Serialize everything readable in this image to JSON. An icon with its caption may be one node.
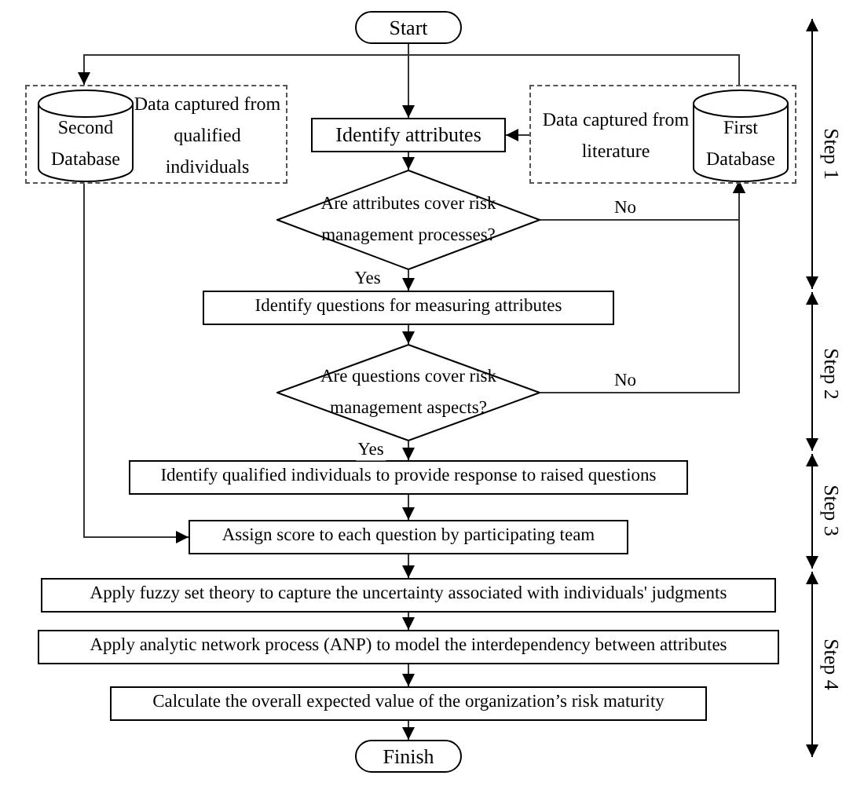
{
  "diagram": {
    "nodes": [
      {
        "text": [
          "Start"
        ]
      },
      {
        "text": [
          "Data captured from qualified individuals"
        ]
      },
      {
        "text": [
          "Second Database"
        ],
        "in": 1
      },
      {
        "text": [
          "Identify attributes"
        ]
      },
      {
        "text": [
          "Data captured from literature"
        ]
      },
      {
        "text": [
          "First Database"
        ],
        "in": 4
      },
      {
        "text": [
          "Are attributes cover risk management processes?"
        ]
      },
      {
        "text": [
          "Identify questions for measuring attributes"
        ]
      },
      {
        "text": [
          "Are questions cover risk management aspects?"
        ]
      },
      {
        "text": [
          "Identify qualified individuals to provide response to raised questions"
        ]
      },
      {
        "text": [
          "Assign score to each question by participating team"
        ]
      },
      {
        "text": [
          "Apply fuzzy set theory to capture the uncertainty associated with individuals' judgments"
        ]
      },
      {
        "text": [
          "Apply analytic network process (ANP) to model the interdependency between attributes"
        ]
      },
      {
        "text": [
          "Calculate the overall expected value of the organization’s risk maturity"
        ]
      },
      {
        "text": [
          "Finish"
        ]
      }
    ],
    "edges": [
      {
        "from": 0,
        "to": 3,
        "arrow": "to"
      },
      {
        "from": 4,
        "to": 1,
        "arrow": "to"
      },
      {
        "from": 4,
        "to": 3,
        "arrow": "to"
      },
      {
        "from": 3,
        "to": 6,
        "arrow": "to"
      },
      {
        "from": 6,
        "to": 7,
        "arrow": "to",
        "label": "Yes"
      },
      {
        "from": 6,
        "to": 5,
        "arrow": "to",
        "label": "No"
      },
      {
        "from": 7,
        "to": 8,
        "arrow": "to"
      },
      {
        "from": 8,
        "to": 5,
        "arrow": "to",
        "label": "No"
      },
      {
        "from": 8,
        "to": 9,
        "arrow": "to",
        "label": "Yes"
      },
      {
        "from": 9,
        "to": 10,
        "arrow": "to"
      },
      {
        "from": 1,
        "to": 10,
        "arrow": "to"
      },
      {
        "from": 10,
        "to": 11,
        "arrow": "to"
      },
      {
        "from": 11,
        "to": 12,
        "arrow": "to"
      },
      {
        "from": 12,
        "to": 13,
        "arrow": "to"
      },
      {
        "from": 13,
        "to": 14,
        "arrow": "to"
      }
    ],
    "labels": [
      "Step 1",
      "Step 2",
      "Step 3",
      "Step 4"
    ]
  }
}
